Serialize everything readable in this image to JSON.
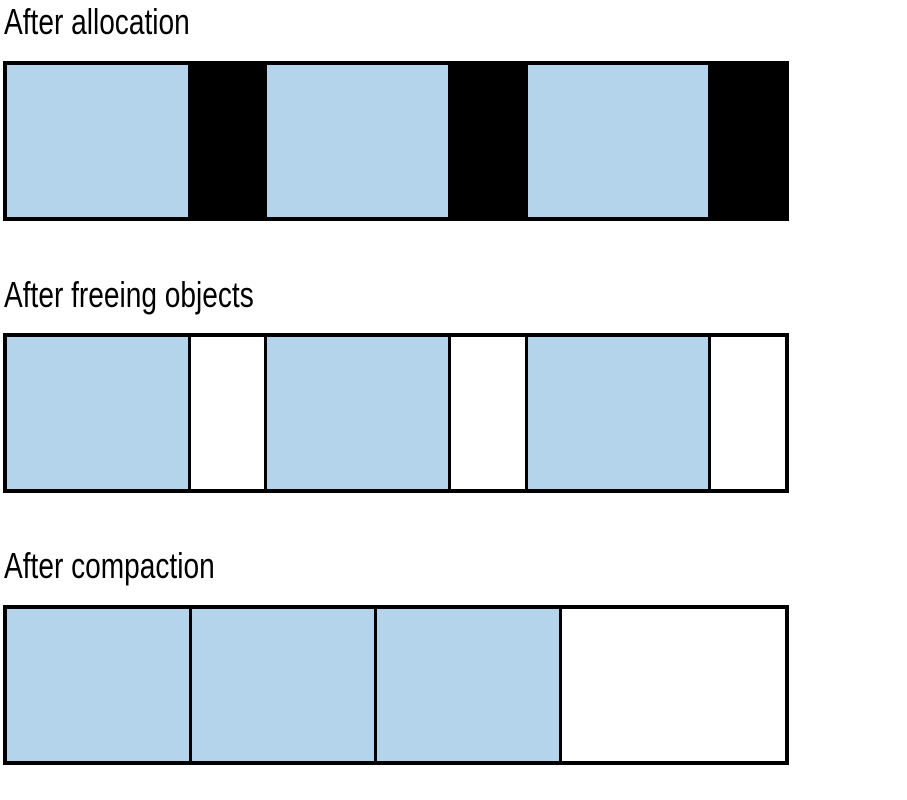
{
  "rows": [
    {
      "title": "After allocation",
      "segments": [
        {
          "state": "allocated",
          "size": 186
        },
        {
          "state": "gap",
          "size": 76
        },
        {
          "state": "allocated",
          "size": 186
        },
        {
          "state": "gap",
          "size": 76
        },
        {
          "state": "allocated",
          "size": 186
        },
        {
          "state": "gap",
          "size": 76
        }
      ]
    },
    {
      "title": "After freeing objects",
      "segments": [
        {
          "state": "allocated",
          "size": 186
        },
        {
          "state": "free",
          "size": 76
        },
        {
          "state": "allocated",
          "size": 186
        },
        {
          "state": "free",
          "size": 76
        },
        {
          "state": "allocated",
          "size": 186
        },
        {
          "state": "free",
          "size": 76
        }
      ]
    },
    {
      "title": "After compaction",
      "segments": [
        {
          "state": "allocated",
          "size": 186
        },
        {
          "state": "allocated",
          "size": 186
        },
        {
          "state": "allocated",
          "size": 186
        },
        {
          "state": "free",
          "size": 228
        }
      ]
    }
  ],
  "colors": {
    "allocated": "#b3d4ea",
    "gap": "#000000",
    "free": "#ffffff",
    "outline": "#000000"
  }
}
